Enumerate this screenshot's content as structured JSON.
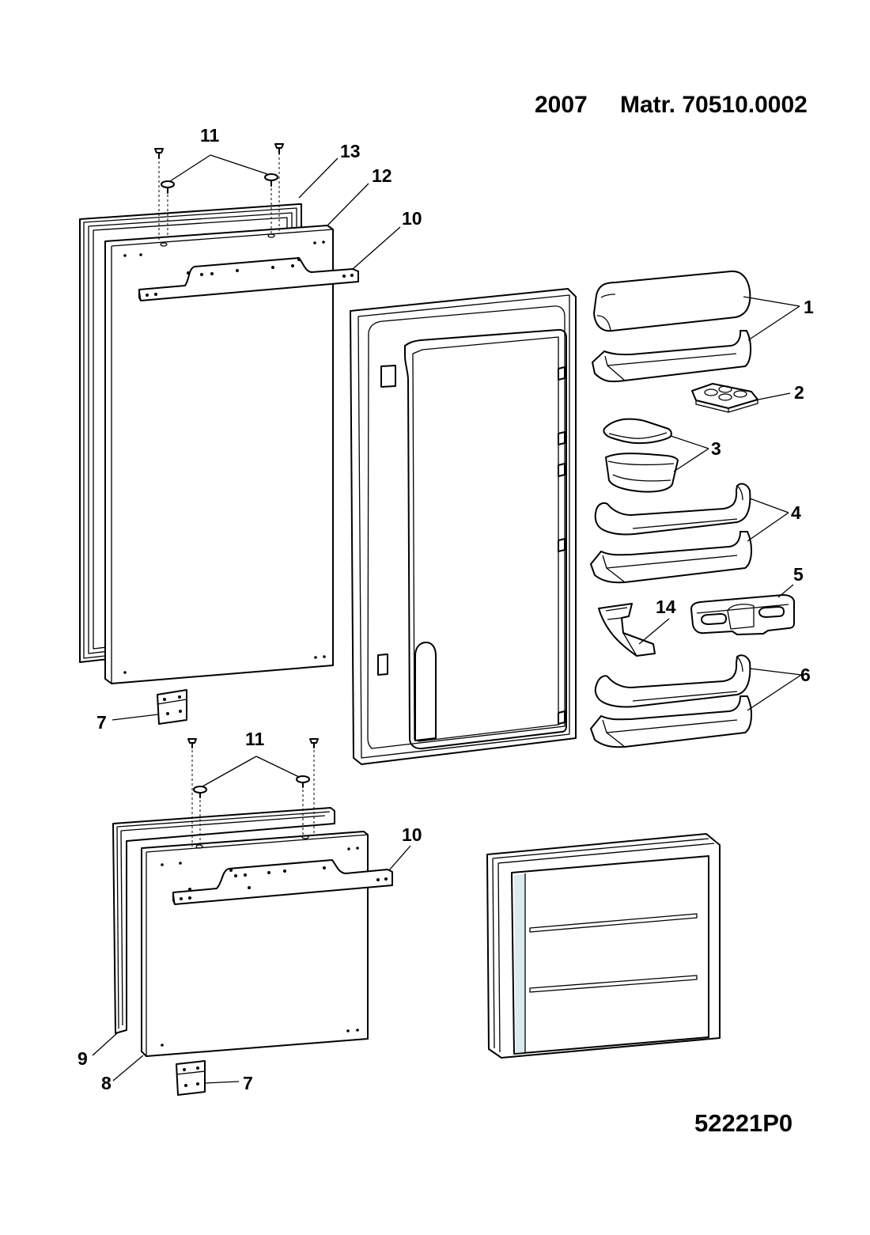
{
  "header": {
    "year": "2007",
    "matr": "Matr. 70510.0002"
  },
  "footer": {
    "code": "52221P0"
  },
  "callouts": {
    "c1": "1",
    "c2": "2",
    "c3": "3",
    "c4": "4",
    "c5": "5",
    "c6": "6",
    "c7a": "7",
    "c7b": "7",
    "c8": "8",
    "c9": "9",
    "c10a": "10",
    "c10b": "10",
    "c11a": "11",
    "c11b": "11",
    "c12": "12",
    "c13": "13",
    "c14": "14"
  },
  "colors": {
    "line": "#000000",
    "glass_tint": "#dce9ee"
  }
}
